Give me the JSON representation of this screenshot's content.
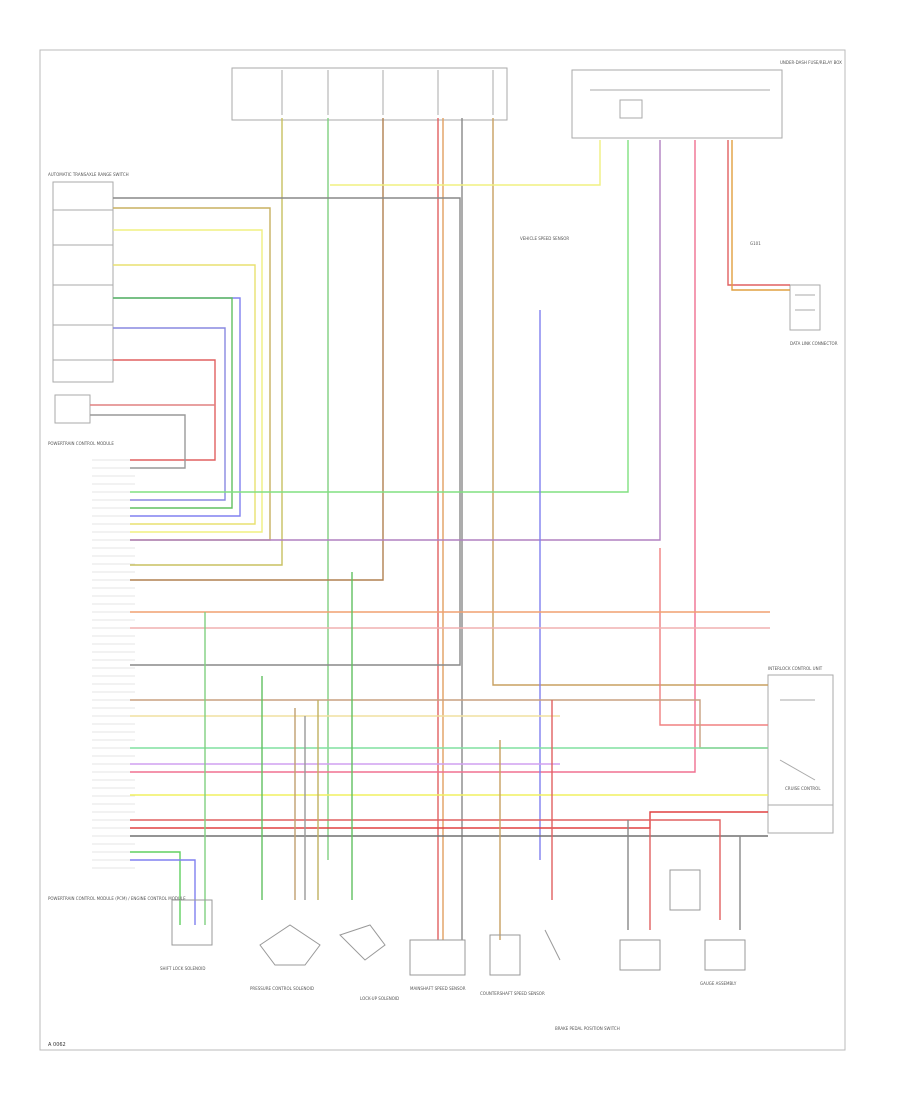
{
  "diagram": {
    "footer_code": "A 0062",
    "labels": {
      "pcm_ecm_note": "POWERTRAIN CONTROL MODULE (PCM) / ENGINE CONTROL MODULE",
      "pcm_name": "POWERTRAIN CONTROL MODULE",
      "switch_block": "AUTOMATIC TRANSAXLE RANGE SWITCH",
      "fuse_block_right": "UNDER-DASH FUSE/RELAY BOX",
      "ground_g101": "G101",
      "sensor_bottom_1": "SHIFT LOCK SOLENOID",
      "sensor_bottom_2": "PRESSURE CONTROL SOLENOID",
      "sensor_bottom_3": "LOCK-UP SOLENOID",
      "sensor_bottom_4": "MAINSHAFT SPEED SENSOR",
      "sensor_bottom_5": "COUNTERSHAFT SPEED SENSOR",
      "sensor_bottom_6": "BRAKE PEDAL POSITION SWITCH",
      "right_block": "INTERLOCK CONTROL UNIT",
      "right_switch": "CRUISE CONTROL",
      "gauge_label": "GAUGE ASSEMBLY",
      "right_connector": "DATA LINK CONNECTOR",
      "mid_sensor": "VEHICLE SPEED SENSOR"
    }
  }
}
